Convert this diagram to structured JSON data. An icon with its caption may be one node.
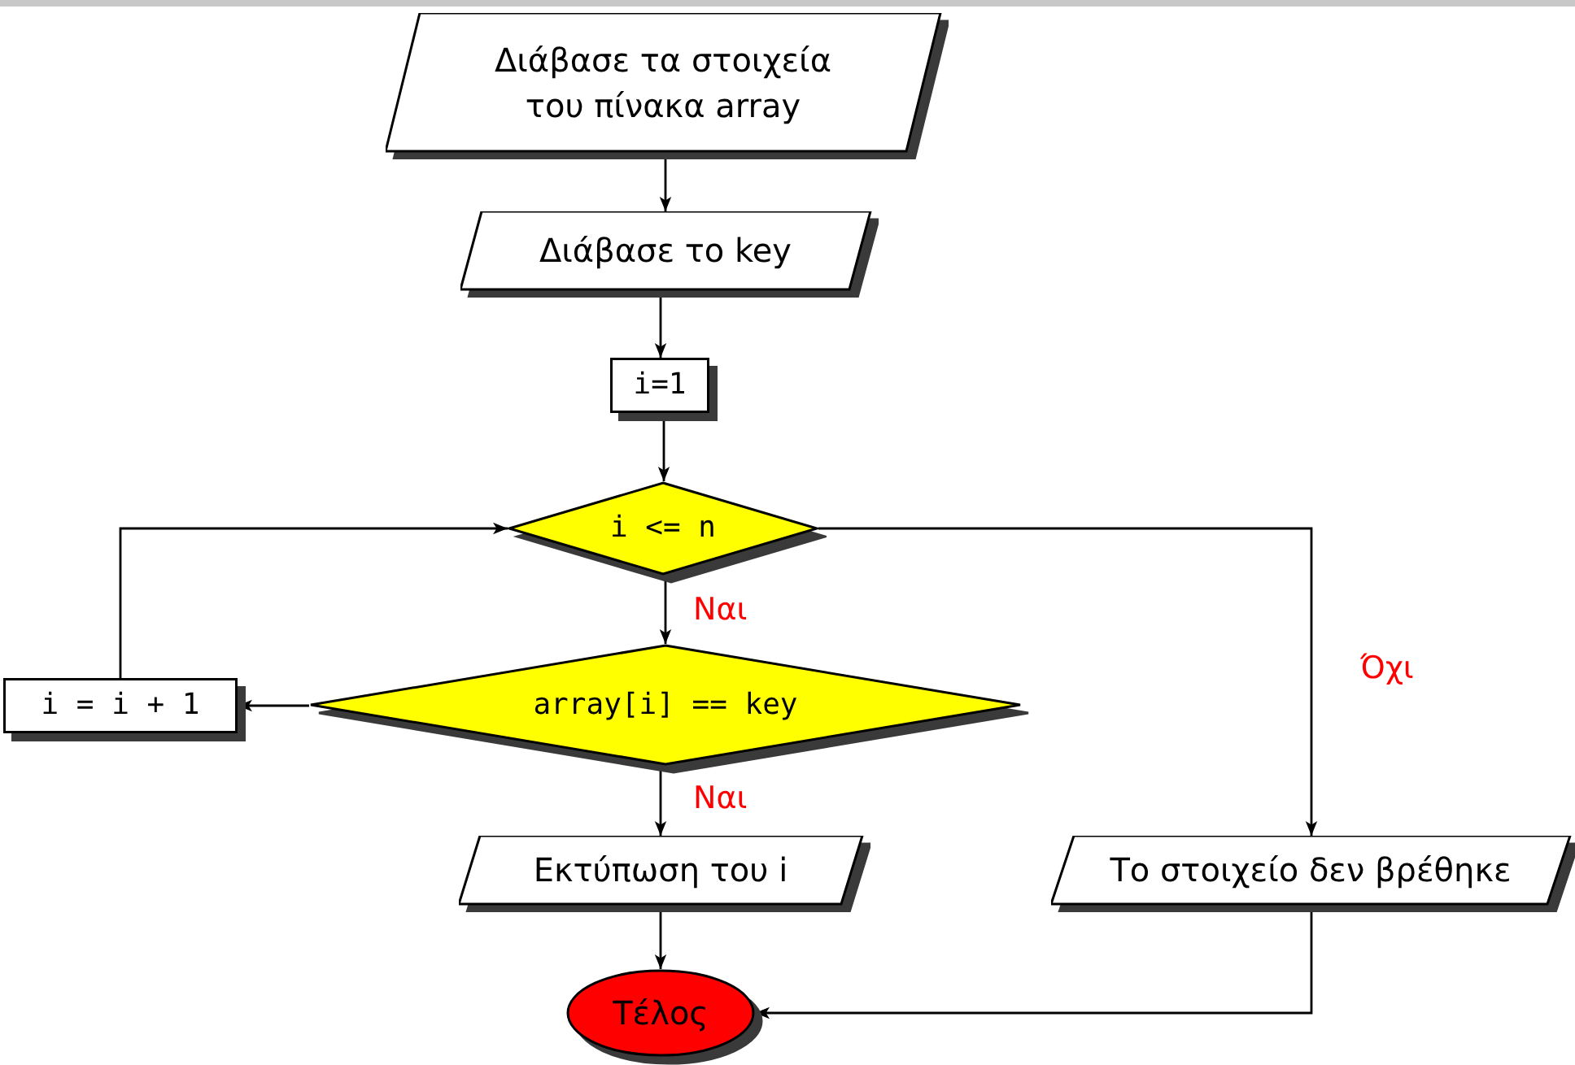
{
  "diagram": {
    "nodes": [
      {
        "text": [
          "Διάβασε τα στοιχεία του πίνακα array"
        ]
      },
      {
        "text": [
          "Διάβασε το key"
        ]
      },
      {
        "text": [
          "i=1"
        ]
      },
      {
        "text": [
          "i <= n"
        ]
      },
      {
        "text": [
          "array[i] == key"
        ]
      },
      {
        "text": [
          "i = i + 1"
        ]
      },
      {
        "text": [
          "Εκτύπωση του i"
        ]
      },
      {
        "text": [
          "Το στοιχείο δεν βρέθηκε"
        ]
      },
      {
        "text": [
          "Τέλος"
        ]
      }
    ],
    "edges": [
      {
        "from": 0,
        "to": 1,
        "arrow": "to"
      },
      {
        "from": 1,
        "to": 2,
        "arrow": "to"
      },
      {
        "from": 2,
        "to": 3,
        "arrow": "to"
      },
      {
        "from": 3,
        "to": 4,
        "arrow": "to",
        "label": "Ναι"
      },
      {
        "from": 4,
        "to": 6,
        "arrow": "to",
        "label": "Ναι"
      },
      {
        "from": 4,
        "to": 5,
        "arrow": "to"
      },
      {
        "from": 5,
        "to": 3,
        "arrow": "to"
      },
      {
        "from": 3,
        "to": 7,
        "arrow": "to",
        "label": "Όχι"
      },
      {
        "from": 6,
        "to": 8,
        "arrow": "to"
      },
      {
        "from": 7,
        "to": 8,
        "arrow": "to"
      }
    ]
  }
}
